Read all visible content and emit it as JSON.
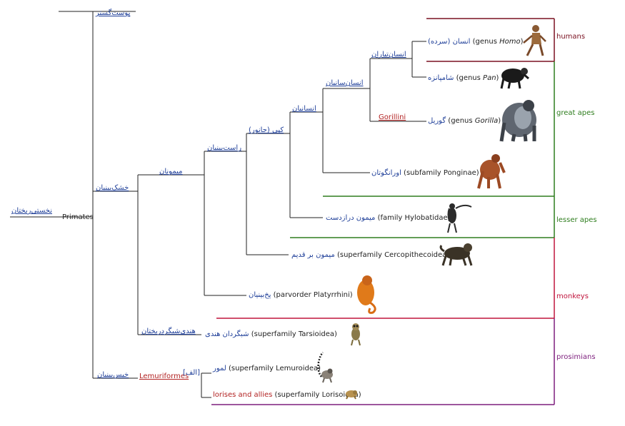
{
  "colors": {
    "humans": "#7a1020",
    "great_apes": "#2e7d1e",
    "lesser_apes": "#2e7d1e",
    "monkeys": "#c0143c",
    "prosimians": "#7d1e7d",
    "link": "#1f3f99",
    "red_link": "#b22222"
  },
  "tree": {
    "root": "نخستی‌ریختان",
    "primates": "Primates",
    "pust": "پوست‌گستر",
    "khoshk": "خشک‌بینیان",
    "meymun": "میمونان",
    "rast": "راست‌بینیان",
    "kapi": "کپی (جانور)",
    "ensanyan": "انسانیان",
    "ensanSan": "انسان‌سانیان",
    "ensanTabaran": "انسان‌تباران",
    "gorillini": "Gorillini",
    "hendi": "هندی‌شبگردریختان",
    "khis": "خیس‌بینیان",
    "lemuriformes": "Lemuriformes",
    "lemuri_note": "[الف]"
  },
  "leaves": {
    "human_fa": "انسان (سرده)",
    "human_rest": " (genus ",
    "human_genus": "Homo",
    "human_close": ")",
    "chimp_fa": "شامپانزه",
    "chimp_rest": " (genus ",
    "chimp_genus": "Pan",
    "chimp_close": ")",
    "gorilla_fa": "گوریل",
    "gorilla_rest": " (genus ",
    "gorilla_genus": "Gorilla",
    "gorilla_close": ")",
    "orang_fa": "اورانگوتان",
    "orang_rest": " (subfamily Ponginae)",
    "gibbon_fa": "میمون درازدست",
    "gibbon_rest": " (family Hylobatidae)",
    "oldworld_fa": "میمون بر قدیم",
    "oldworld_rest": " (superfamily Cercopithecoidea)",
    "newworld_fa": "پخ‌بینیان",
    "newworld_rest": " (parvorder Platyrrhini)",
    "tarsier_fa": "شبگردان هندی",
    "tarsier_rest": " (superfamily Tarsioidea)",
    "lemur_fa": "لمور",
    "lemur_rest": " (superfamily Lemuroidea)",
    "loris_red": "lorises and allies",
    "loris_rest": " (superfamily Lorisoidea)"
  },
  "groups": {
    "humans": "humans",
    "great_apes": "great apes",
    "lesser_apes": "lesser apes",
    "monkeys": "monkeys",
    "prosimians": "prosimians"
  }
}
